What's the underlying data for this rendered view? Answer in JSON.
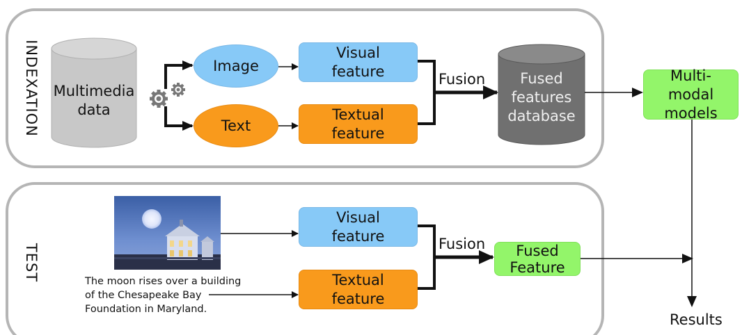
{
  "sections": {
    "indexation_label": "INDEXATION",
    "test_label": "TEST"
  },
  "indexation": {
    "multimedia_data": "Multimedia data",
    "image": "Image",
    "text": "Text",
    "visual_feature": "Visual feature",
    "textual_feature": "Textual feature",
    "fusion": "Fusion",
    "fused_database": "Fused features database"
  },
  "multimodal_models": "Multi-modal models",
  "test": {
    "caption_line1": "The moon rises over a building",
    "caption_line2": "of the Chesapeake Bay",
    "caption_line3": "Foundation in Maryland.",
    "visual_feature": "Visual feature",
    "textual_feature": "Textual feature",
    "fusion": "Fusion",
    "fused_feature": "Fused Feature"
  },
  "results": "Results",
  "icons": {
    "gears": "gears-icon",
    "photo": "house-moon-photo"
  },
  "colors": {
    "visual": "#87c9f7",
    "textual": "#f99a1c",
    "fused": "#93f56a",
    "database": "#707070",
    "multimedia_cylinder": "#c8c8c8",
    "panel_border": "#b5b5b5"
  }
}
